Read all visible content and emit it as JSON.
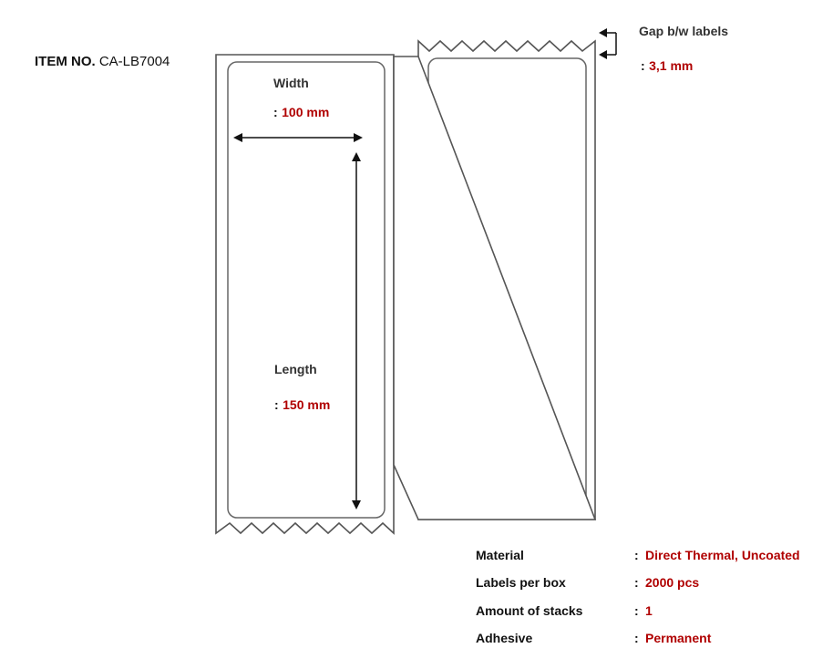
{
  "item": {
    "prefix": "ITEM NO.",
    "number": "CA-LB7004"
  },
  "dimensions": {
    "width_label": "Width",
    "width_value": "100 mm",
    "length_label": "Length",
    "length_value": "150 mm",
    "gap_label": "Gap b/w labels",
    "gap_value": "3,1 mm",
    "separator": ":"
  },
  "specs": [
    {
      "key": "Material",
      "value": "Direct Thermal, Uncoated"
    },
    {
      "key": "Labels per box",
      "value": "2000 pcs"
    },
    {
      "key": "Amount of stacks",
      "value": "1"
    },
    {
      "key": "Adhesive",
      "value": "Permanent"
    }
  ],
  "colors": {
    "value_red": "#b00000",
    "line": "#555555",
    "text": "#111111"
  }
}
